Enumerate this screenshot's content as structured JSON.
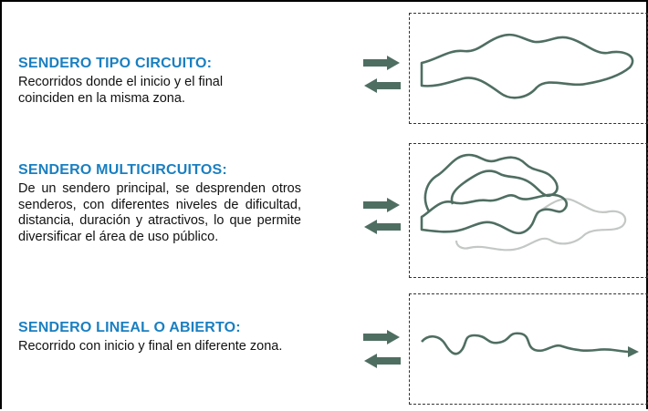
{
  "colors": {
    "heading": "#1a7fc1",
    "trail": "#4f6e62",
    "trail_faded": "#c3c8c5",
    "arrow": "#4f6e62"
  },
  "sections": [
    {
      "heading": "SENDERO TIPO CIRCUITO:",
      "body_lines": [
        "Recorridos donde el inicio y el final",
        "coinciden en la misma zona."
      ]
    },
    {
      "heading": "SENDERO MULTICIRCUITOS:",
      "body": "De un sendero principal, se desprenden otros senderos, con diferentes niveles de dificultad, distancia, duración y atractivos, lo que permite diversificar el área de uso público."
    },
    {
      "heading": "SENDERO LINEAL O ABIERTO:",
      "body": "Recorrido con inicio y final en diferente zona."
    }
  ],
  "icons": [
    "arrow-right-icon",
    "arrow-left-icon",
    "circuit-trail-icon",
    "multicircuit-trail-icon",
    "linear-trail-icon"
  ]
}
